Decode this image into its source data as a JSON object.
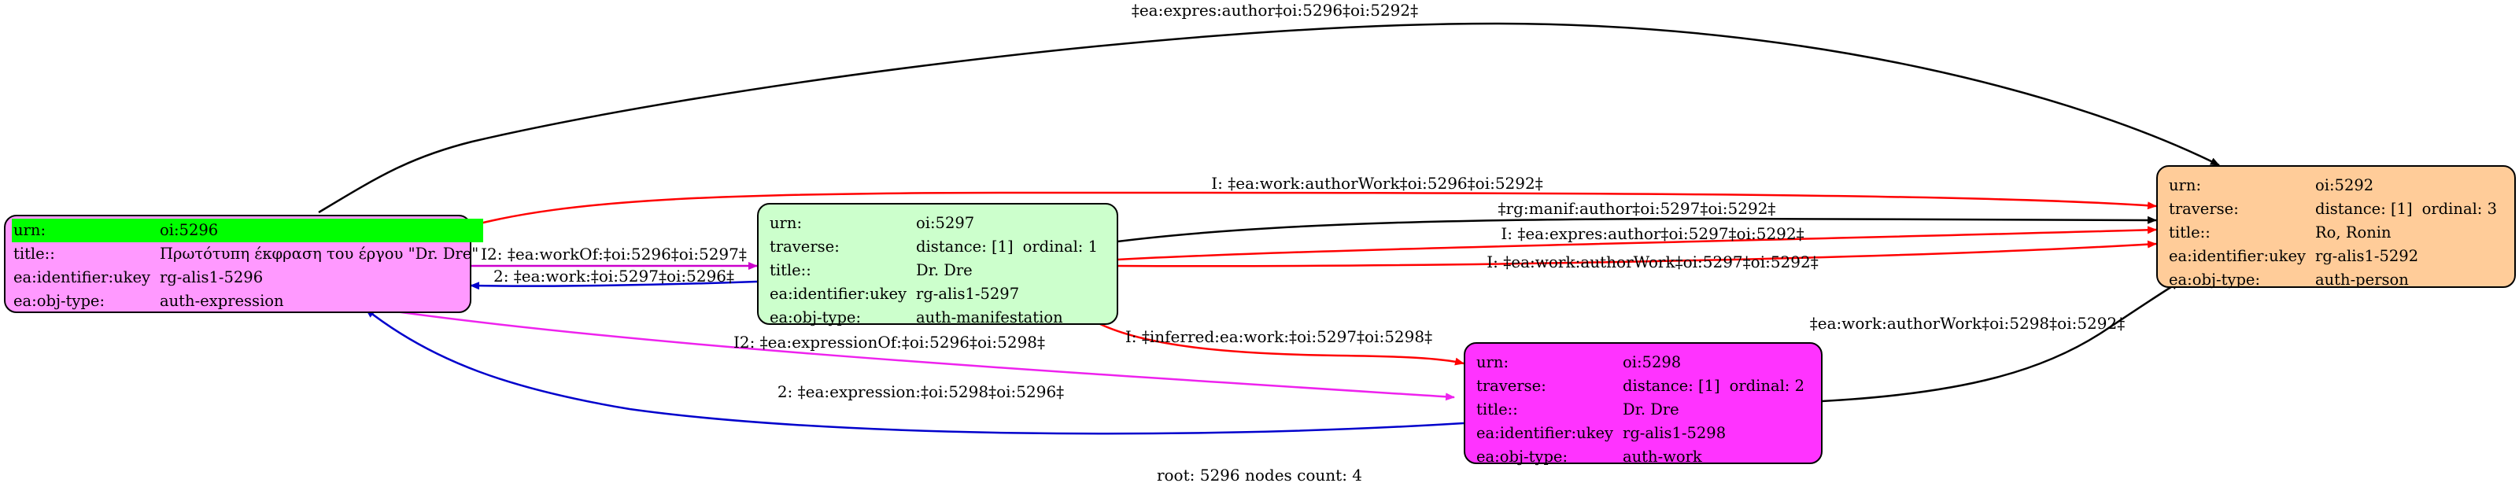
{
  "nodes": {
    "n5296": {
      "color": "#ff99ff",
      "urn_key": "urn:",
      "urn_val": "oi:5296",
      "urn_highlight": "#00ff00",
      "rows": [
        {
          "k": "title::",
          "v": "Πρωτότυπη έκφραση του έργου \"Dr. Dre\""
        },
        {
          "k": "ea:identifier:ukey",
          "v": "rg-alis1-5296"
        },
        {
          "k": "ea:obj-type:",
          "v": "auth-expression"
        }
      ]
    },
    "n5297": {
      "color": "#ccffcc",
      "urn_key": "urn:",
      "urn_val": "oi:5297",
      "trav_key": "traverse:",
      "trav_dist": "distance: [1]",
      "trav_ord": "ordinal: 1",
      "rows": [
        {
          "k": "title::",
          "v": "Dr. Dre"
        },
        {
          "k": "ea:identifier:ukey",
          "v": "rg-alis1-5297"
        },
        {
          "k": "ea:obj-type:",
          "v": "auth-manifestation"
        }
      ]
    },
    "n5292": {
      "color": "#ffcc99",
      "urn_key": "urn:",
      "urn_val": "oi:5292",
      "trav_key": "traverse:",
      "trav_dist": "distance: [1]",
      "trav_ord": "ordinal: 3",
      "rows": [
        {
          "k": "title::",
          "v": "Ro, Ronin"
        },
        {
          "k": "ea:identifier:ukey",
          "v": "rg-alis1-5292"
        },
        {
          "k": "ea:obj-type:",
          "v": "auth-person"
        }
      ]
    },
    "n5298": {
      "color": "#ff33ff",
      "urn_key": "urn:",
      "urn_val": "oi:5298",
      "trav_key": "traverse:",
      "trav_dist": "distance: [1]",
      "trav_ord": "ordinal: 2",
      "rows": [
        {
          "k": "title::",
          "v": "Dr. Dre"
        },
        {
          "k": "ea:identifier:ukey",
          "v": "rg-alis1-5298"
        },
        {
          "k": "ea:obj-type:",
          "v": "auth-work"
        }
      ]
    }
  },
  "edges": {
    "e1": {
      "label": "‡ea:expres:author‡oi:5296‡oi:5292‡",
      "color": "#000000"
    },
    "e2": {
      "label": "I: ‡ea:work:authorWork‡oi:5296‡oi:5292‡",
      "color": "#ff0000"
    },
    "e3": {
      "label": "‡rg:manif:author‡oi:5297‡oi:5292‡",
      "color": "#000000"
    },
    "e4": {
      "label": "I: ‡ea:expres:author‡oi:5297‡oi:5292‡",
      "color": "#ff0000"
    },
    "e5": {
      "label": "I: ‡ea:work:authorWork‡oi:5297‡oi:5292‡",
      "color": "#ff0000"
    },
    "e6": {
      "label": "I2: ‡ea:workOf:‡oi:5296‡oi:5297‡",
      "color": "#cc00cc"
    },
    "e7": {
      "label": "2: ‡ea:work:‡oi:5297‡oi:5296‡",
      "color": "#0000cc"
    },
    "e8": {
      "label": "I: ‡inferred:ea:work:‡oi:5297‡oi:5298‡",
      "color": "#ff0000"
    },
    "e9": {
      "label": "‡ea:work:authorWork‡oi:5298‡oi:5292‡",
      "color": "#000000"
    },
    "e10": {
      "label": "I2: ‡ea:expressionOf:‡oi:5296‡oi:5298‡",
      "color": "#ee22ee"
    },
    "e11": {
      "label": "2: ‡ea:expression:‡oi:5298‡oi:5296‡",
      "color": "#0000cc"
    }
  },
  "footer": "root: 5296 nodes count: 4"
}
